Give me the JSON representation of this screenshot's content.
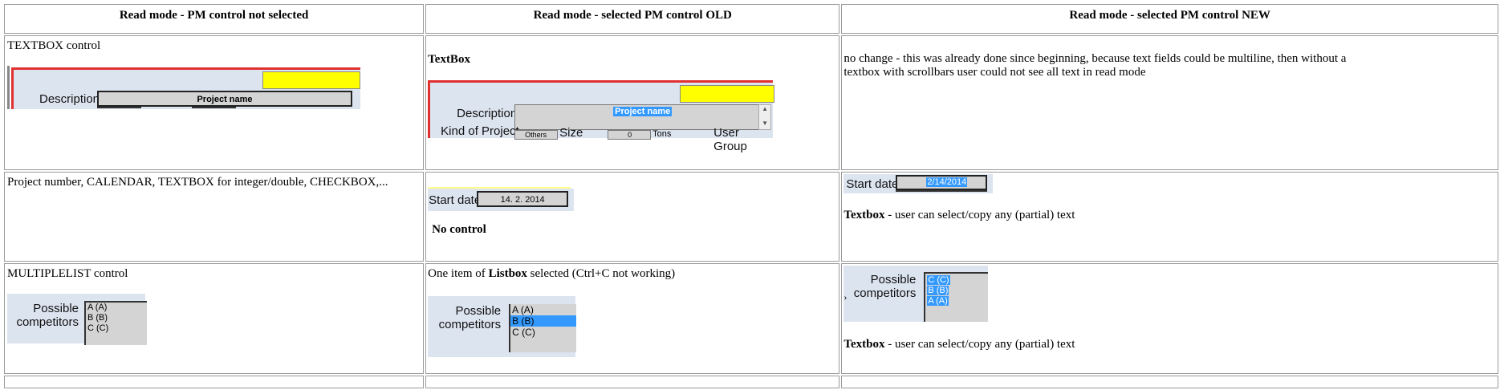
{
  "headers": {
    "col1": "Read mode - PM control not selected",
    "col2": "Read mode - selected PM control OLD",
    "col3": "Read mode -  selected PM control NEW"
  },
  "row1": {
    "c1_title": "TEXTBOX control",
    "c1_description_label": "Description",
    "c1_project_name": "Project name",
    "c2_title": "TextBox",
    "c2_description_label": "Description",
    "c2_project_name": "Project name",
    "c2_kind_label": "Kind of Project",
    "c2_others": "Others",
    "c2_size_label": "Size",
    "c2_size_value": "0",
    "c2_tons": "Tons",
    "c2_user_group": "User Group",
    "c3_text": "no change - this was already done since beginning, because text fields could be multiline, then without a textbox with scrollbars user could not see all text in read mode"
  },
  "row2": {
    "c1_text": "Project number, CALENDAR, TEXTBOX for integer/double, CHECKBOX,...",
    "c2_start_label": "Start date",
    "c2_start_value": "14. 2. 2014",
    "c2_no_control": "No control",
    "c3_start_label": "Start date",
    "c3_start_value": "2/14/2014",
    "c3_textbox_bold": "Textbox",
    "c3_textbox_rest": " - user can select/copy any (partial) text"
  },
  "row3": {
    "c1_title": "MULTIPLELIST control",
    "c1_label_line1": "Possible",
    "c1_label_line2": "competitors",
    "c1_items": [
      "A (A)",
      "B (B)",
      "C (C)"
    ],
    "c2_text_pre": "One item of ",
    "c2_text_bold": "Listbox",
    "c2_text_post": " selected (Ctrl+C not working)",
    "c2_label_line1": "Possible",
    "c2_label_line2": "competitors",
    "c2_items": [
      "A (A)",
      "B (B)",
      "C (C)"
    ],
    "c3_label_line1": "Possible",
    "c3_label_line2": "competitors",
    "c3_items": [
      "C (C)",
      "B (B)",
      "A (A)"
    ],
    "c3_textbox_bold": "Textbox",
    "c3_textbox_rest": " - user can select/copy any (partial) text"
  }
}
